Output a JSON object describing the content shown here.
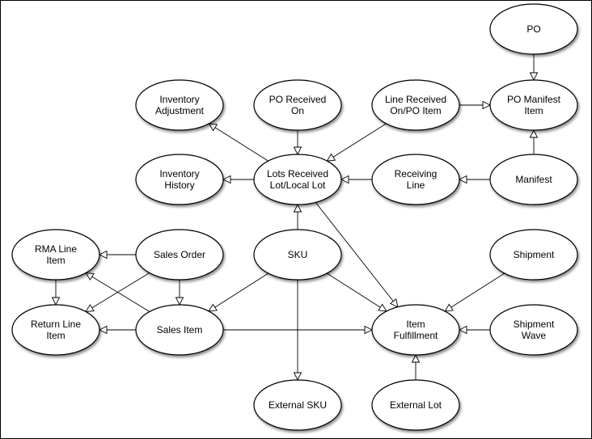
{
  "diagram": {
    "nodes": [
      {
        "id": "po",
        "lines": [
          "PO"
        ]
      },
      {
        "id": "inventory_adjustment",
        "lines": [
          "Inventory",
          "Adjustment"
        ]
      },
      {
        "id": "po_received_on",
        "lines": [
          "PO Received",
          "On"
        ]
      },
      {
        "id": "line_received_on",
        "lines": [
          "Line Received",
          "On/PO Item"
        ]
      },
      {
        "id": "po_manifest_item",
        "lines": [
          "PO Manifest",
          "Item"
        ]
      },
      {
        "id": "inventory_history",
        "lines": [
          "Inventory",
          "History"
        ]
      },
      {
        "id": "lots_received",
        "lines": [
          "Lots Received",
          "Lot/Local Lot"
        ]
      },
      {
        "id": "receiving_line",
        "lines": [
          "Receiving",
          "Line"
        ]
      },
      {
        "id": "manifest",
        "lines": [
          "Manifest"
        ]
      },
      {
        "id": "rma_line_item",
        "lines": [
          "RMA Line",
          "Item"
        ]
      },
      {
        "id": "sales_order",
        "lines": [
          "Sales Order"
        ]
      },
      {
        "id": "sku",
        "lines": [
          "SKU"
        ]
      },
      {
        "id": "shipment",
        "lines": [
          "Shipment"
        ]
      },
      {
        "id": "return_line_item",
        "lines": [
          "Return Line",
          "Item"
        ]
      },
      {
        "id": "sales_item",
        "lines": [
          "Sales Item"
        ]
      },
      {
        "id": "item_fulfillment",
        "lines": [
          "Item",
          "Fulfillment"
        ]
      },
      {
        "id": "shipment_wave",
        "lines": [
          "Shipment",
          "Wave"
        ]
      },
      {
        "id": "external_sku",
        "lines": [
          "External SKU"
        ]
      },
      {
        "id": "external_lot",
        "lines": [
          "External Lot"
        ]
      }
    ],
    "edges": [
      {
        "from": "po",
        "to": "po_manifest_item"
      },
      {
        "from": "line_received_on",
        "to": "po_manifest_item"
      },
      {
        "from": "manifest",
        "to": "po_manifest_item"
      },
      {
        "from": "manifest",
        "to": "receiving_line"
      },
      {
        "from": "receiving_line",
        "to": "lots_received"
      },
      {
        "from": "po_received_on",
        "to": "lots_received"
      },
      {
        "from": "line_received_on",
        "to": "lots_received"
      },
      {
        "from": "lots_received",
        "to": "inventory_adjustment"
      },
      {
        "from": "lots_received",
        "to": "inventory_history"
      },
      {
        "from": "sku",
        "to": "lots_received"
      },
      {
        "from": "lots_received",
        "to": "item_fulfillment"
      },
      {
        "from": "sales_order",
        "to": "rma_line_item"
      },
      {
        "from": "rma_line_item",
        "to": "return_line_item"
      },
      {
        "from": "sales_order",
        "to": "return_line_item"
      },
      {
        "from": "sales_order",
        "to": "sales_item"
      },
      {
        "from": "sales_item",
        "to": "rma_line_item"
      },
      {
        "from": "sales_item",
        "to": "return_line_item"
      },
      {
        "from": "sku",
        "to": "sales_item"
      },
      {
        "from": "sku",
        "to": "item_fulfillment"
      },
      {
        "from": "sku",
        "to": "external_sku"
      },
      {
        "from": "sales_item",
        "to": "item_fulfillment"
      },
      {
        "from": "shipment",
        "to": "item_fulfillment"
      },
      {
        "from": "shipment_wave",
        "to": "item_fulfillment"
      },
      {
        "from": "external_lot",
        "to": "item_fulfillment"
      }
    ]
  }
}
